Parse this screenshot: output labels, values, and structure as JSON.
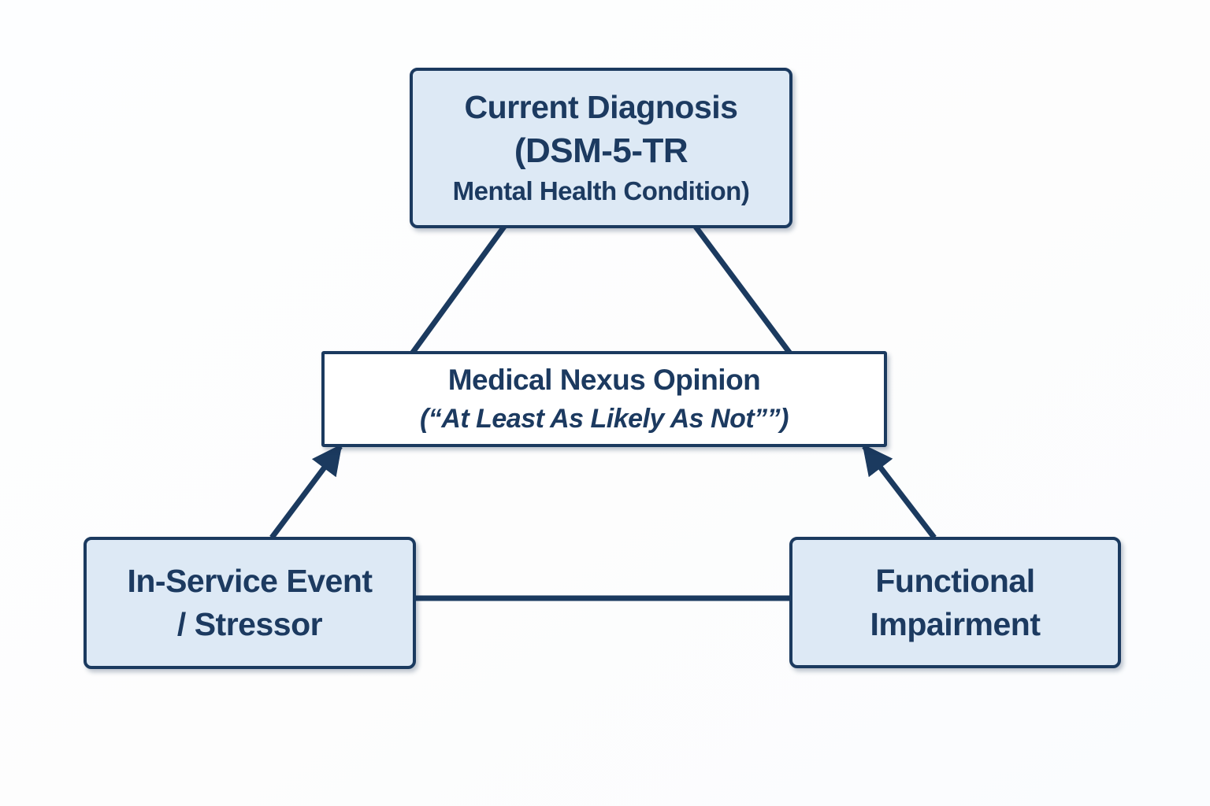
{
  "diagram": {
    "nodes": {
      "current_diagnosis": {
        "lines": [
          "Current Diagnosis",
          "(DSM-5-TR",
          "Mental Health Condition)"
        ]
      },
      "medical_nexus": {
        "title": "Medical Nexus Opinion",
        "subtitle": "(“At Least As Likely As Not””)"
      },
      "in_service_event": {
        "lines": [
          "In-Service Event",
          "/ Stressor"
        ]
      },
      "functional_impairment": {
        "lines": [
          "Functional",
          "Impairment"
        ]
      }
    },
    "colors": {
      "node_fill": "#dde9f5",
      "nexus_fill": "#ffffff",
      "border": "#1b3a5f",
      "text": "#1c3a60",
      "connector": "#1b3a5f",
      "background": "#fdfdfd"
    }
  }
}
